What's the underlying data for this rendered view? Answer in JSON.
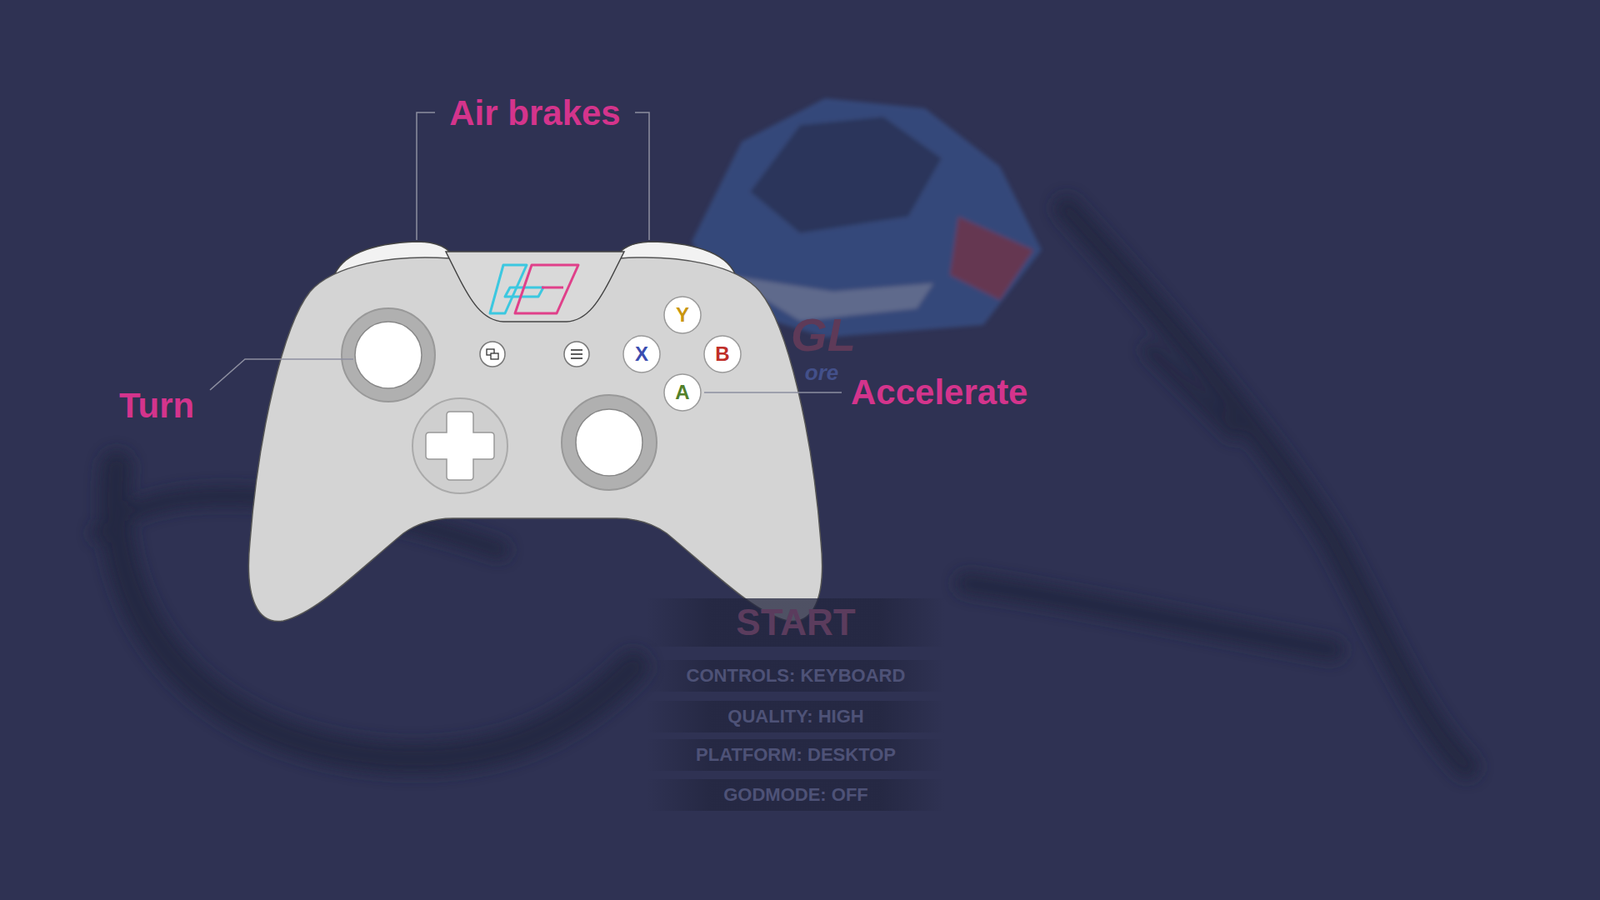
{
  "diagram": {
    "nodes": [
      {
        "text": [
          "Y"
        ]
      },
      {
        "text": [
          "X"
        ]
      },
      {
        "text": [
          "B"
        ]
      },
      {
        "text": [
          "A"
        ]
      },
      {
        "text": [
          "START"
        ]
      },
      {
        "text": [
          "CONTROLS: KEYBOARD"
        ]
      },
      {
        "text": [
          "QUALITY: HIGH"
        ]
      },
      {
        "text": [
          "PLATFORM: DESKTOP"
        ]
      },
      {
        "text": [
          "GODMODE: OFF"
        ]
      }
    ],
    "labels": [
      "Air brakes",
      "Turn",
      "Accelerate",
      "GL",
      "ore"
    ]
  }
}
